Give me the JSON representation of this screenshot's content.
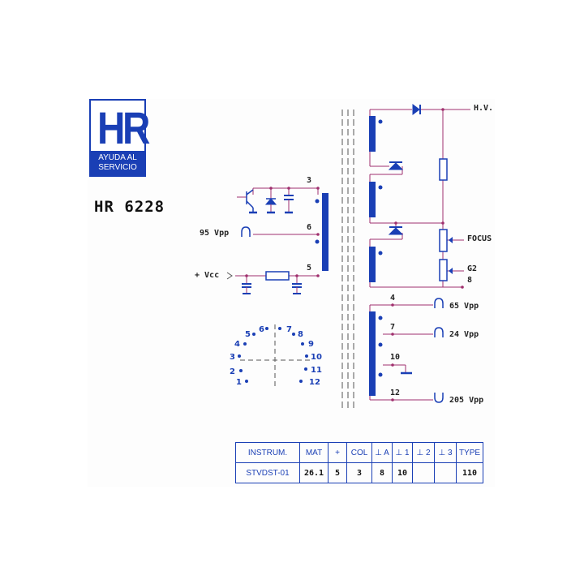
{
  "logo": {
    "mark": "HR",
    "line1": "AYUDA AL",
    "line2": "SERVICIO"
  },
  "model": "HR 6228",
  "labels": {
    "hv": "H.V.",
    "focus": "FOCUS",
    "g2": "G2",
    "vcc": "+ Vcc",
    "in_95": "95 Vpp",
    "out_65": "65 Vpp",
    "out_24": "24 Vpp",
    "out_205": "205 Vpp"
  },
  "pins": {
    "p3": "3",
    "p6": "6",
    "p5": "5",
    "p8": "8",
    "p4": "4",
    "p7": "7",
    "p10": "10",
    "p12": "12"
  },
  "base_pins": [
    "1",
    "2",
    "3",
    "4",
    "5",
    "6",
    "7",
    "8",
    "9",
    "10",
    "11",
    "12"
  ],
  "colors": {
    "blue": "#1a3fb5",
    "magenta": "#a0306e",
    "gray": "#555555"
  },
  "spec_table": {
    "headers": [
      "INSTRUM.",
      "MAT",
      "+",
      "COL",
      "⊥ A",
      "⊥ 1",
      "⊥ 2",
      "⊥ 3",
      "TYPE"
    ],
    "values": [
      "STVDST-01",
      "26.1",
      "5",
      "3",
      "8",
      "10",
      "",
      "",
      "110"
    ]
  }
}
